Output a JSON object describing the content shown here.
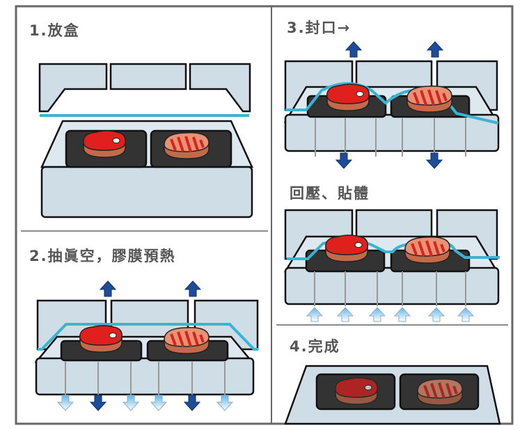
{
  "steps": [
    {
      "label": "1.放盒"
    },
    {
      "label": "2.抽眞空，膠膜預熱"
    },
    {
      "label": "3.封口→"
    },
    {
      "label": "回壓、貼體"
    },
    {
      "label": "4.完成"
    }
  ],
  "colors": {
    "frame": "#666666",
    "machine": "#cfdde6",
    "tray": "#333333",
    "film": "#3ab4d2",
    "meat": "#d9231f",
    "arrow_dark": "#1d4d99",
    "arrow_light": "#a8d8f4"
  }
}
